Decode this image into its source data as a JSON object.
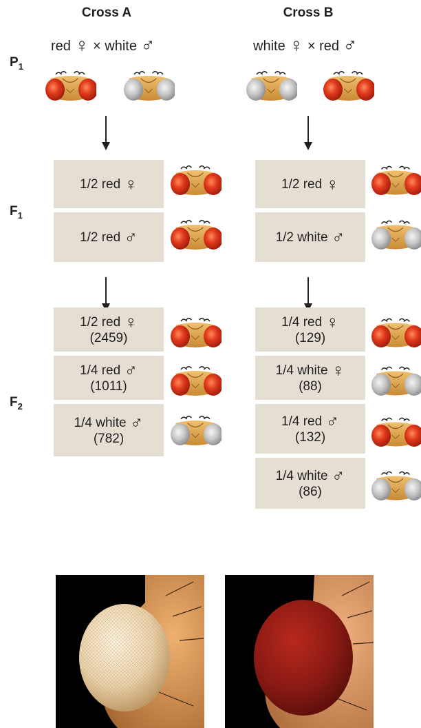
{
  "colors": {
    "box_bg": "#e4ded3",
    "red_eye": "#e03a1c",
    "white_eye": "#c8c8c8",
    "fly_body": "#e2a24c"
  },
  "headers": {
    "cross_a": "Cross A",
    "cross_b": "Cross B"
  },
  "generations": {
    "p1": "P",
    "p1_sub": "1",
    "f1": "F",
    "f1_sub": "1",
    "f2": "F",
    "f2_sub": "2"
  },
  "symbols": {
    "female": "♀",
    "male": "♂",
    "times": "×"
  },
  "p1": {
    "cross_a": {
      "left": "red",
      "right": "white"
    },
    "cross_b": {
      "left": "white",
      "right": "red"
    }
  },
  "f1": {
    "cross_a": [
      {
        "text": "1/2 red",
        "sex": "♀",
        "eye": "red"
      },
      {
        "text": "1/2 red",
        "sex": "♂",
        "eye": "red"
      }
    ],
    "cross_b": [
      {
        "text": "1/2 red",
        "sex": "♀",
        "eye": "red"
      },
      {
        "text": "1/2 white",
        "sex": "♂",
        "eye": "white"
      }
    ]
  },
  "f2": {
    "cross_a": [
      {
        "text": "1/2 red",
        "sex": "♀",
        "count": "(2459)",
        "eye": "red"
      },
      {
        "text": "1/4 red",
        "sex": "♂",
        "count": "(1011)",
        "eye": "red"
      },
      {
        "text": "1/4 white",
        "sex": "♂",
        "count": "(782)",
        "eye": "white"
      }
    ],
    "cross_b": [
      {
        "text": "1/4 red",
        "sex": "♀",
        "count": "(129)",
        "eye": "red"
      },
      {
        "text": "1/4 white",
        "sex": "♀",
        "count": "(88)",
        "eye": "white"
      },
      {
        "text": "1/4 red",
        "sex": "♂",
        "count": "(132)",
        "eye": "red"
      },
      {
        "text": "1/4 white",
        "sex": "♂",
        "count": "(86)",
        "eye": "white"
      }
    ]
  },
  "photos": {
    "left": "white eye",
    "right": "red eye"
  }
}
